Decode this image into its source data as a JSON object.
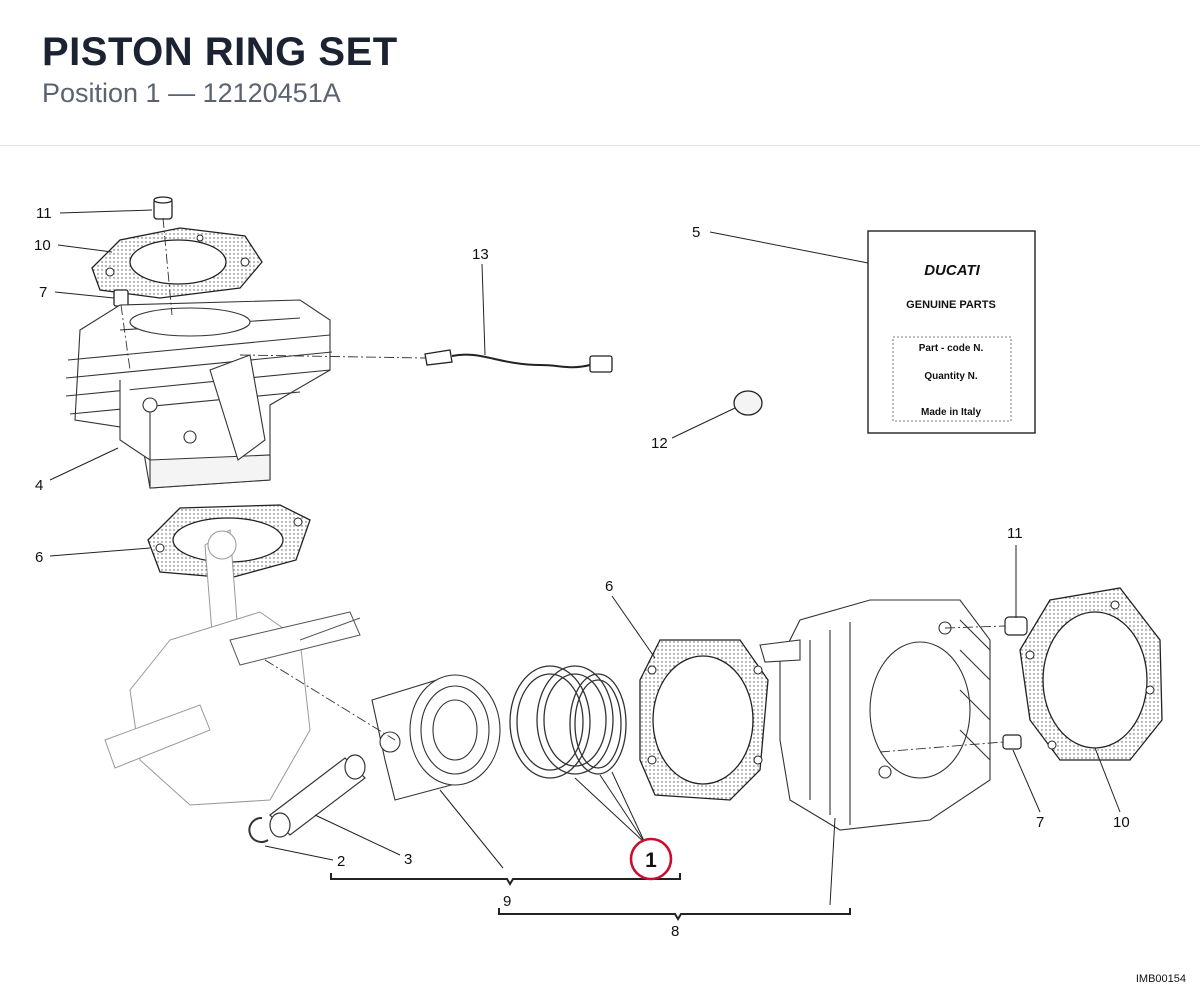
{
  "header": {
    "title": "PISTON RING SET",
    "subtitle": "Position 1 — 12120451A"
  },
  "callouts": {
    "c11_top": "11",
    "c10_top": "10",
    "c7_top": "7",
    "c4": "4",
    "c6_left": "6",
    "c13": "13",
    "c5": "5",
    "c12": "12",
    "c11_right": "11",
    "c6_mid": "6",
    "c7_right": "7",
    "c10_right": "10",
    "c2": "2",
    "c3": "3",
    "c9": "9",
    "c8": "8",
    "c1": "1"
  },
  "label_card": {
    "brand": "DUCATI",
    "genuine": "GENUINE PARTS",
    "part_code": "Part - code N.",
    "quantity": "Quantity N.",
    "made_in": "Made in Italy"
  },
  "footer": {
    "image_code": "IMB00154"
  },
  "colors": {
    "highlight": "#c8102e",
    "title": "#1b2333",
    "subtitle": "#5b6270",
    "line": "#222222"
  }
}
